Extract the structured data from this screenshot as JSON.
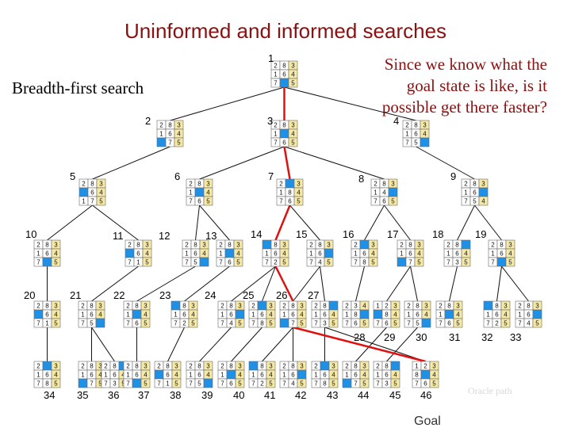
{
  "title": "Uninformed and informed searches",
  "left_label": "Breadth-first search",
  "question": "Since we know what the goal state is like, is it possible get there faster?",
  "oracle_label": "Oracle path",
  "goal_label": "Goal",
  "colors": {
    "title": "#8b1010",
    "blank": "#1e90e6",
    "tile_highlight": "#f6e9a6",
    "oracle_path": "#e01010",
    "edge": "#111111"
  },
  "levels": [
    {
      "depth": 0,
      "nodes": [
        "1"
      ]
    },
    {
      "depth": 1,
      "nodes": [
        "2",
        "3",
        "4"
      ]
    },
    {
      "depth": 2,
      "nodes": [
        "5",
        "6",
        "7",
        "8",
        "9"
      ]
    },
    {
      "depth": 3,
      "nodes": [
        "10",
        "11",
        "12",
        "13",
        "14",
        "15",
        "16",
        "17",
        "18",
        "19"
      ]
    },
    {
      "depth": 4,
      "nodes": [
        "20",
        "21",
        "22",
        "23",
        "24",
        "25",
        "26",
        "27",
        "28",
        "29",
        "30",
        "31",
        "32",
        "33"
      ]
    },
    {
      "depth": 5,
      "nodes": [
        "34",
        "35",
        "36",
        "37",
        "38",
        "39",
        "40",
        "41",
        "42",
        "43",
        "44",
        "45",
        "46"
      ]
    }
  ],
  "puzzles": {
    "1": [
      "2",
      "8",
      "3",
      "1",
      "6",
      "4",
      "7",
      "",
      "5"
    ],
    "2": [
      "2",
      "8",
      "3",
      "1",
      "6",
      "4",
      "",
      "7",
      "5"
    ],
    "3": [
      "2",
      "8",
      "3",
      "1",
      "",
      "4",
      "7",
      "6",
      "5"
    ],
    "4": [
      "2",
      "8",
      "3",
      "1",
      "6",
      "4",
      "7",
      "5",
      ""
    ],
    "5": [
      "2",
      "8",
      "3",
      "",
      "6",
      "4",
      "1",
      "7",
      "5"
    ],
    "6": [
      "2",
      "8",
      "3",
      "1",
      "",
      "4",
      "7",
      "6",
      "5"
    ],
    "7": [
      "2",
      "",
      "3",
      "1",
      "8",
      "4",
      "7",
      "6",
      "5"
    ],
    "8": [
      "2",
      "8",
      "3",
      "1",
      "4",
      "",
      "7",
      "6",
      "5"
    ],
    "9": [
      "2",
      "8",
      "3",
      "1",
      "6",
      "",
      "7",
      "5",
      "4"
    ],
    "28": [
      "2",
      "3",
      "4",
      "1",
      "8",
      "",
      "7",
      "6",
      "5"
    ],
    "29": [
      "1",
      "2",
      "3",
      "",
      "8",
      "4",
      "7",
      "6",
      "5"
    ],
    "46": [
      "1",
      "2",
      "3",
      "8",
      "",
      "4",
      "7",
      "6",
      "5"
    ]
  }
}
